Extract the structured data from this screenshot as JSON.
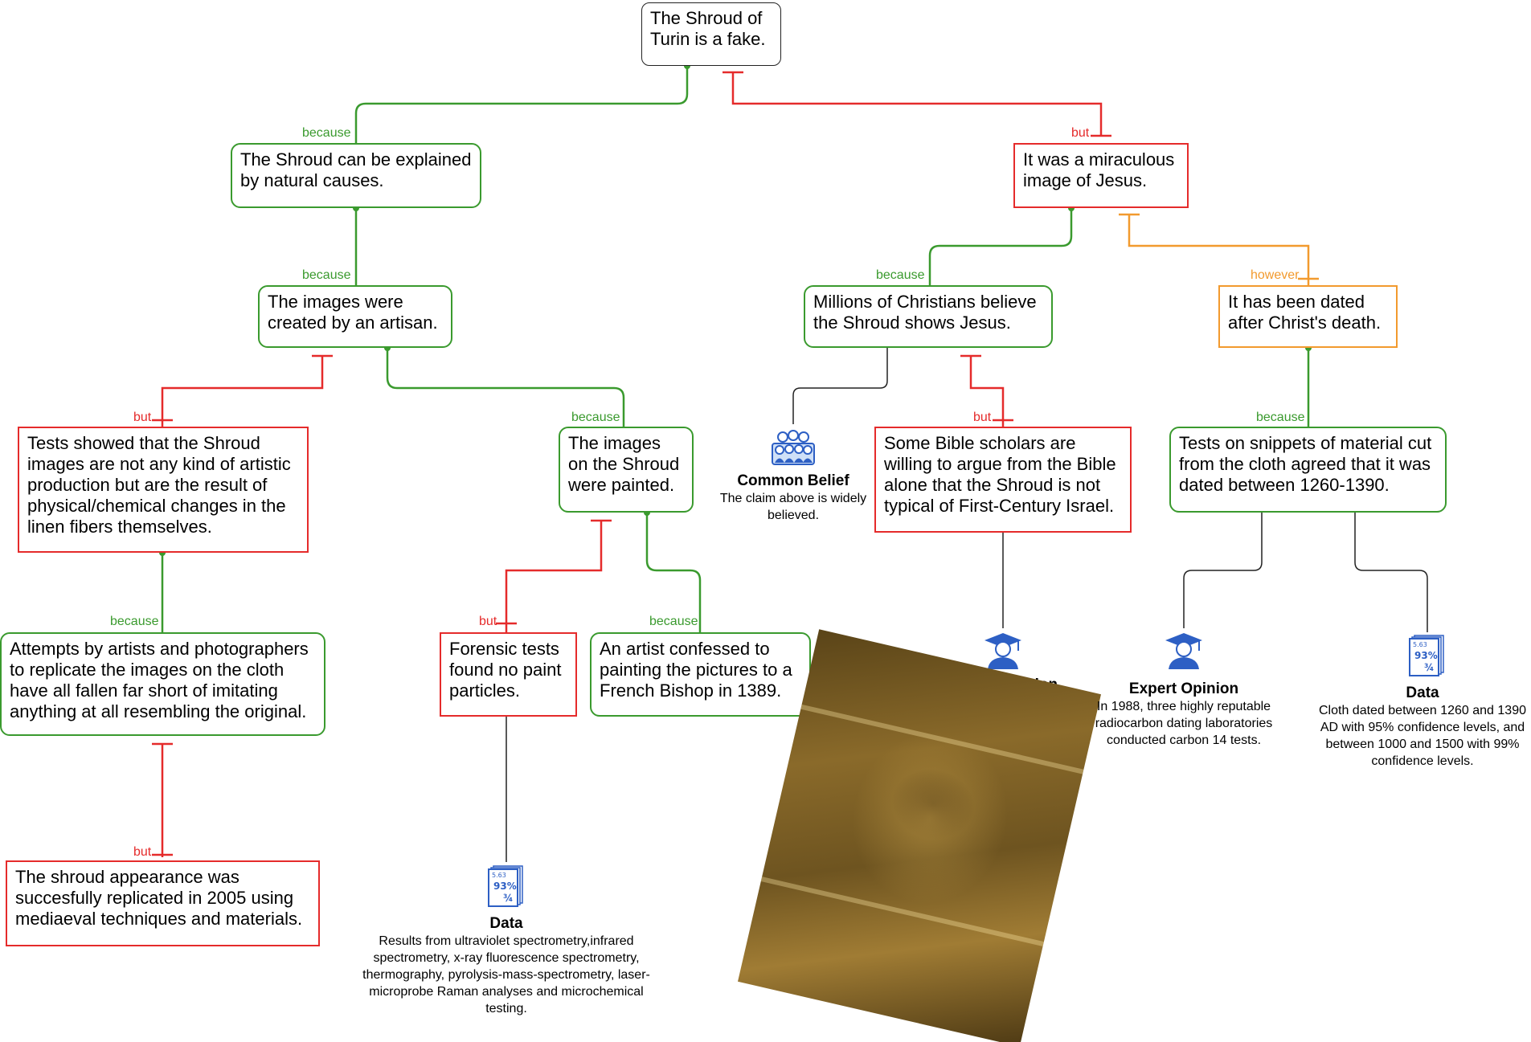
{
  "nodes": {
    "claim": "The Shroud of Turin is a fake.",
    "natural": "The Shroud can be explained by natural causes.",
    "artisan": "The images were created by an artisan.",
    "tests_showed": "Tests showed that the Shroud images are not any kind of artistic production but are the result of physical/chemical changes in the linen fibers themselves.",
    "painted": "The images on the Shroud were painted.",
    "attempts": "Attempts by artists and photographers to replicate the images on the cloth have all fallen far short of imitating anything at all resembling the original.",
    "replicated": "The shroud appearance was succesfully replicated in 2005 using mediaeval techniques and materials.",
    "forensic": "Forensic tests found no paint particles.",
    "confessed": "An artist confessed to painting the pictures to a French Bishop in 1389.",
    "miraculous": "It was a miraculous image of Jesus.",
    "millions": "Millions of Christians believe the Shroud shows Jesus.",
    "dated_after": "It has been dated after Christ's death.",
    "scholars": "Some Bible scholars are willing to argue from the Bible alone that the Shroud is not typical of First-Century Israel.",
    "snippets": "Tests on snippets of material cut from the cloth agreed that it was dated  between 1260-1390."
  },
  "tags": {
    "because": "because",
    "but": "but",
    "however": "however"
  },
  "evidence": {
    "common_belief": {
      "title": "Common Belief",
      "desc": "The claim above is widely believed.",
      "icon": "people-icon"
    },
    "expert_scholars": {
      "title": "Expert Opinion",
      "icon": "graduate-icon"
    },
    "expert_radiocarbon": {
      "title": "Expert Opinion",
      "desc": "In 1988, three highly reputable radiocarbon dating laboratories conducted carbon 14 tests.",
      "icon": "graduate-icon"
    },
    "data_carbon": {
      "title": "Data",
      "desc": "Cloth dated between 1260 and 1390 AD with 95% confidence levels, and between 1000 and 1500 with 99% confidence levels.",
      "icon": "data-sheet-icon"
    },
    "data_forensic": {
      "title": "Data",
      "desc": "Results from ultraviolet spectrometry,infrared spectrometry, x-ray fluorescence spectrometry, thermography, pyrolysis-mass-spectrometry, laser-microprobe Raman analyses and microchemical testing.",
      "icon": "data-sheet-icon"
    }
  },
  "icon_text": {
    "sheet_top": "5.63",
    "sheet_pct": "93%",
    "sheet_frac": "¾"
  },
  "colors": {
    "support": "#3a9a2e",
    "objection": "#e52b2b",
    "rebuttal": "#f29a2e",
    "evidence_link": "#222222",
    "icon_blue": "#2d5fc4"
  }
}
